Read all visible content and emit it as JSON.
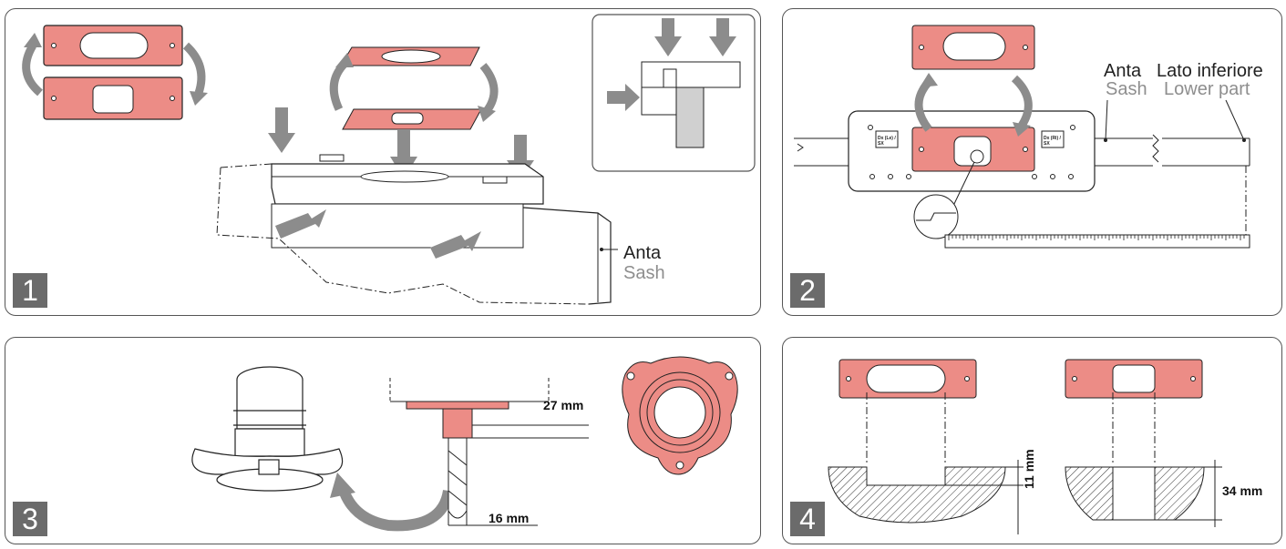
{
  "panels": [
    {
      "number": "1",
      "label_primary": "Anta",
      "label_secondary": "Sash"
    },
    {
      "number": "2",
      "label_a_primary": "Anta",
      "label_a_secondary": "Sash",
      "label_b_primary": "Lato inferiore",
      "label_b_secondary": "Lower part",
      "plate_tag_left": "Dx (Le) / SX",
      "plate_tag_right": "Dx (Ri) / SX"
    },
    {
      "number": "3",
      "dim_bushing": "27 mm",
      "dim_cutter": "16 mm"
    },
    {
      "number": "4",
      "dim_left": "11 mm",
      "dim_right": "34 mm"
    }
  ],
  "colors": {
    "template_pink": "#ec8c86",
    "arrow_grey": "#8c8c8c",
    "border": "#555555"
  }
}
